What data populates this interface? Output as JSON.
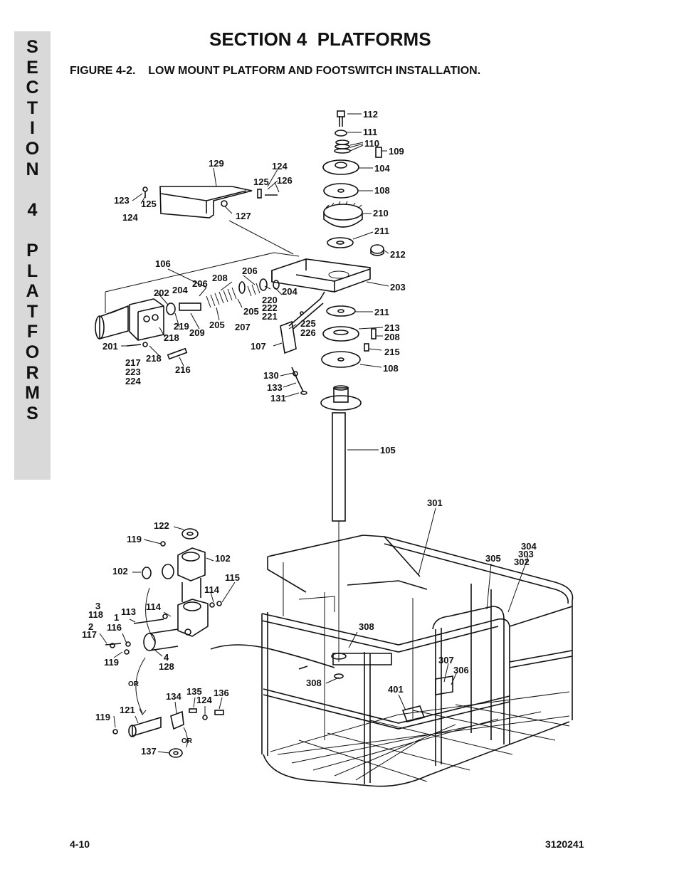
{
  "side_tab": {
    "letters": [
      "S",
      "E",
      "C",
      "T",
      "I",
      "O",
      "N",
      " ",
      "4",
      " ",
      "P",
      "L",
      "A",
      "T",
      "F",
      "O",
      "R",
      "M",
      "S"
    ]
  },
  "header": {
    "title": "SECTION 4  PLATFORMS",
    "figure_title": "FIGURE 4-2.    LOW MOUNT PLATFORM AND FOOTSWITCH INSTALLATION."
  },
  "callouts": {
    "c112": "112",
    "c111": "111",
    "c110": "110",
    "c109": "109",
    "c104": "104",
    "c108a": "108",
    "c210": "210",
    "c211a": "211",
    "c212": "212",
    "c203": "203",
    "c211b": "211",
    "c213": "213",
    "c208b": "208",
    "c215": "215",
    "c108b": "108",
    "c105": "105",
    "c129": "129",
    "c124a": "124",
    "c125a": "125",
    "c126": "126",
    "c123": "123",
    "c125b": "125",
    "c124b": "124",
    "c127": "127",
    "c106": "106",
    "c208a": "208",
    "c206a": "206",
    "c206b": "206",
    "c204a": "204",
    "c204b": "204",
    "c202": "202",
    "c220": "220",
    "c222": "222",
    "c221": "221",
    "c205a": "205",
    "c205b": "205",
    "c207": "207",
    "c209": "209",
    "c219": "219",
    "c218a": "218",
    "c201": "201",
    "c218b": "218",
    "c217": "217",
    "c223": "223",
    "c224": "224",
    "c216": "216",
    "c225": "225",
    "c226": "226",
    "c107": "107",
    "c130": "130",
    "c133": "133",
    "c131": "131",
    "c301": "301",
    "c304": "304",
    "c303": "303",
    "c302": "302",
    "c305": "305",
    "c308a": "308",
    "c308b": "308",
    "c307": "307",
    "c306": "306",
    "c401": "401",
    "c122": "122",
    "c119a": "119",
    "c102a": "102",
    "c102b": "102",
    "c115": "115",
    "c114a": "114",
    "c114b": "114",
    "c3": "3",
    "c118": "118",
    "c1": "1",
    "c113": "113",
    "c2": "2",
    "c116": "116",
    "c117": "117",
    "c119b": "119",
    "c4": "4",
    "c128": "128",
    "cor1": "OR",
    "c134": "134",
    "c135": "135",
    "c124c": "124",
    "c136": "136",
    "c119c": "119",
    "c121": "121",
    "cor2": "OR",
    "c137": "137"
  },
  "footer": {
    "page_number": "4-10",
    "document_number": "3120241"
  }
}
